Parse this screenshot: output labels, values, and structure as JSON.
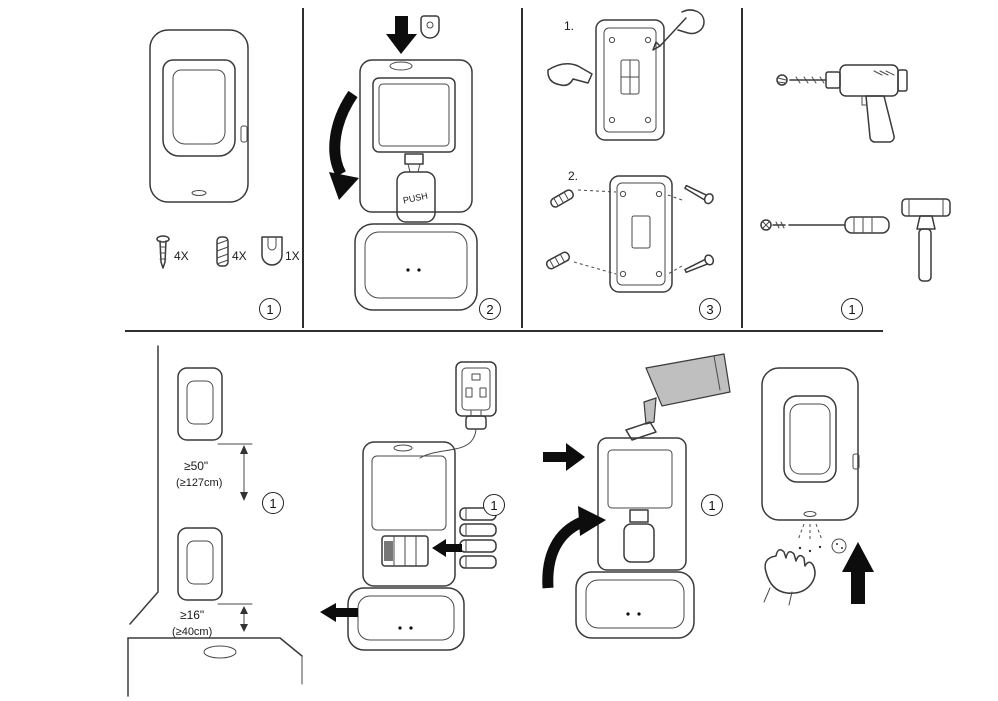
{
  "page": {
    "background": "#ffffff",
    "line_color": "#3a3a3a",
    "arrow_color": "#0d0d0d",
    "gray_fill": "#bfbfbf"
  },
  "panels": {
    "parts": {
      "step": "1",
      "screw_qty": "4X",
      "anchor_qty": "4X",
      "bracket_qty": "1X"
    },
    "open_cover": {
      "step": "2",
      "bottle_label": "PUSH"
    },
    "mark_and_anchor": {
      "step": "3",
      "substep1": "1.",
      "substep2": "2."
    },
    "tools": {
      "step": "1"
    },
    "mounting_height": {
      "step": "1",
      "height_floor_in": "≥50\"",
      "height_floor_cm": "(≥127cm)",
      "height_counter_in": "≥16\"",
      "height_counter_cm": "(≥40cm)"
    },
    "power_batteries": {
      "step": "1"
    },
    "refill": {
      "step": "1"
    }
  }
}
